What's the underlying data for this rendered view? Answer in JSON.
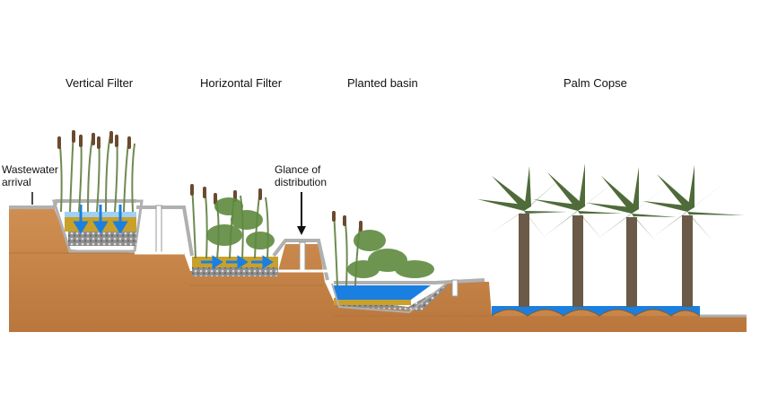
{
  "stage_labels": {
    "vertical_filter": "Vertical Filter",
    "horizontal_filter": "Horizontal Filter",
    "planted_basin": "Planted basin",
    "palm_copse": "Palm Copse"
  },
  "annotations": {
    "wastewater_arrival": "Wastewater arrival",
    "glance_of_distribution": "Glance of distribution"
  },
  "colors": {
    "soil": "#c8874a",
    "soil_dark": "#a86a33",
    "water": "#1a7fe0",
    "sand": "#c9a12a",
    "gravel": "#9a9a9a",
    "pipe": "#bfbfbf",
    "reed": "#6f8a52",
    "palm_leaf": "#4f6b3a",
    "palm_trunk": "#6a5a47"
  }
}
